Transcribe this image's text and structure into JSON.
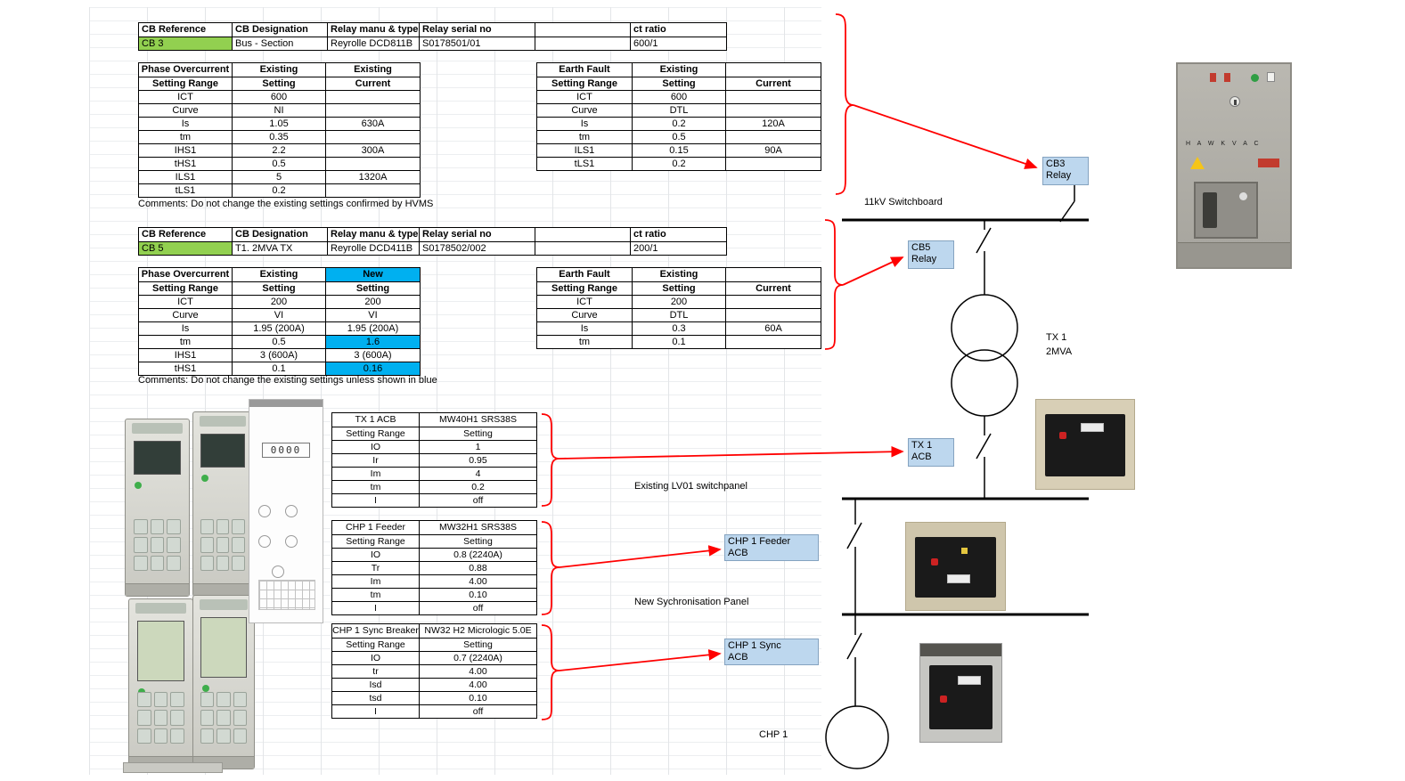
{
  "colors": {
    "highlight_green": "#92d050",
    "highlight_cyan": "#00b0f0",
    "arrow_red": "#ff0000",
    "diagram_box_blue": "#bdd7ee"
  },
  "cb3": {
    "info": {
      "headers": [
        "CB Reference",
        "CB Designation",
        "Relay manu & type",
        "Relay serial no",
        "",
        "ct ratio"
      ],
      "values": [
        "CB 3",
        "Bus - Section",
        "Reyrolle DCD811B",
        "S0178501/01",
        "",
        "600/1"
      ]
    },
    "phase": {
      "h1": [
        "Phase Overcurrent",
        "Existing",
        "Existing"
      ],
      "h2": [
        "Setting Range",
        "Setting",
        "Current"
      ],
      "rows": [
        [
          "ICT",
          "600",
          ""
        ],
        [
          "Curve",
          "NI",
          ""
        ],
        [
          "Is",
          "1.05",
          "630A"
        ],
        [
          "tm",
          "0.35",
          ""
        ],
        [
          "IHS1",
          "2.2",
          "300A"
        ],
        [
          "tHS1",
          "0.5",
          ""
        ],
        [
          "ILS1",
          "5",
          "1320A"
        ],
        [
          "tLS1",
          "0.2",
          ""
        ]
      ]
    },
    "earth": {
      "h1": [
        "Earth Fault",
        "Existing",
        ""
      ],
      "h2": [
        "Setting Range",
        "Setting",
        "Current"
      ],
      "rows": [
        [
          "ICT",
          "600",
          ""
        ],
        [
          "Curve",
          "DTL",
          ""
        ],
        [
          "Is",
          "0.2",
          "120A"
        ],
        [
          "tm",
          "0.5",
          ""
        ],
        [
          "ILS1",
          "0.15",
          "90A"
        ],
        [
          "tLS1",
          "0.2",
          ""
        ]
      ]
    },
    "comment": "Comments:  Do not change the existing settings confirmed by HVMS"
  },
  "cb5": {
    "info": {
      "headers": [
        "CB Reference",
        "CB Designation",
        "Relay manu & type",
        "Relay serial no",
        "",
        "ct ratio"
      ],
      "values": [
        "CB 5",
        "T1. 2MVA TX",
        "Reyrolle DCD411B",
        "S0178502/002",
        "",
        "200/1"
      ]
    },
    "phase": {
      "h1": [
        "Phase Overcurrent",
        "Existing",
        "New"
      ],
      "h2": [
        "Setting Range",
        "Setting",
        "Setting"
      ],
      "rows": [
        [
          "ICT",
          "200",
          "200"
        ],
        [
          "Curve",
          "VI",
          "VI"
        ],
        [
          "Is",
          "1.95 (200A)",
          "1.95 (200A)"
        ],
        [
          "tm",
          "0.5",
          {
            "v": "1.6",
            "hl": "cyan"
          }
        ],
        [
          "IHS1",
          "3 (600A)",
          "3 (600A)"
        ],
        [
          "tHS1",
          "0.1",
          {
            "v": "0.16",
            "hl": "cyan"
          }
        ]
      ]
    },
    "earth": {
      "h1": [
        "Earth Fault",
        "Existing",
        ""
      ],
      "h2": [
        "Setting Range",
        "Setting",
        "Current"
      ],
      "rows": [
        [
          "ICT",
          "200",
          ""
        ],
        [
          "Curve",
          "DTL",
          ""
        ],
        [
          "Is",
          "0.3",
          "60A"
        ],
        [
          "tm",
          "0.1",
          ""
        ]
      ]
    },
    "comment": "Comments:  Do not change the existing settings unless shown in blue"
  },
  "acb": [
    {
      "title": "TX 1 ACB",
      "model": "MW40H1 SRS38S",
      "col1": "Setting Range",
      "col2": "Setting",
      "rows": [
        [
          "IO",
          "1"
        ],
        [
          "Ir",
          "0.95"
        ],
        [
          "Im",
          "4"
        ],
        [
          "tm",
          "0.2"
        ],
        [
          "I",
          "off"
        ]
      ]
    },
    {
      "title": "CHP 1 Feeder",
      "model": "MW32H1 SRS38S",
      "col1": "Setting Range",
      "col2": "Setting",
      "rows": [
        [
          "IO",
          "0.8 (2240A)"
        ],
        [
          "Tr",
          "0.88"
        ],
        [
          "Im",
          "4.00"
        ],
        [
          "tm",
          "0.10"
        ],
        [
          "I",
          "off"
        ]
      ]
    },
    {
      "title": "CHP 1 Sync Breaker",
      "model": "NW32 H2 Micrologic 5.0E",
      "col1": "Setting Range",
      "col2": "Setting",
      "rows": [
        [
          "IO",
          "0.7 (2240A)"
        ],
        [
          "tr",
          "4.00"
        ],
        [
          "Isd",
          "4.00"
        ],
        [
          "tsd",
          "0.10"
        ],
        [
          "I",
          "off"
        ]
      ]
    }
  ],
  "diagram": {
    "labels": {
      "switchboard": "11kV Switchboard",
      "tx_name": "TX 1",
      "tx_rating": "2MVA",
      "lv_panel": "Existing LV01 switchpanel",
      "sync_panel": "New Sychronisation Panel",
      "chp": "CHP 1"
    },
    "boxes": [
      {
        "line1": "CB3",
        "line2": "Relay"
      },
      {
        "line1": "CB5",
        "line2": "Relay"
      },
      {
        "line1": "TX 1",
        "line2": "ACB"
      },
      {
        "line1": "CHP 1 Feeder",
        "line2": "ACB"
      },
      {
        "line1": "CHP 1 Sync",
        "line2": "ACB"
      }
    ]
  },
  "photos": {
    "cabinet_text": "H A W K V A C",
    "meter_display": "0000"
  }
}
